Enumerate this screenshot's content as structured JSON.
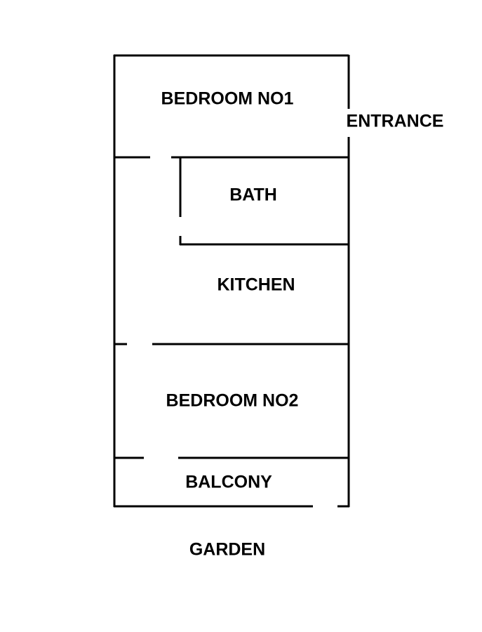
{
  "rooms": {
    "bedroom1": "BEDROOM NO1",
    "bath": "BATH",
    "kitchen": "KITCHEN",
    "bedroom2": "BEDROOM NO2",
    "balcony": "BALCONY"
  },
  "outside": {
    "entrance": "ENTRANCE",
    "garden": "GARDEN"
  }
}
